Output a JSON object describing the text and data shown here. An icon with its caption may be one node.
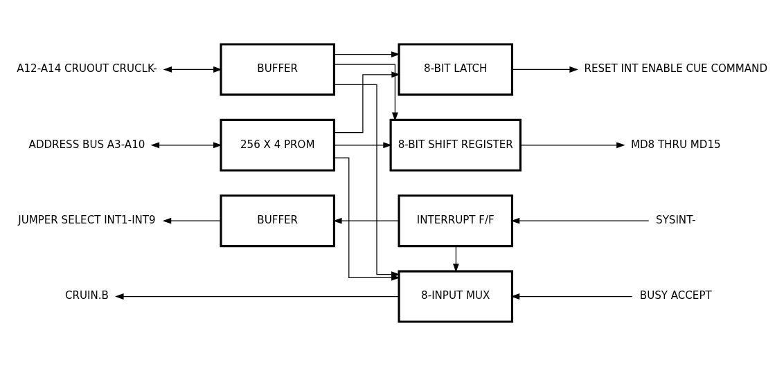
{
  "diagram": {
    "nodes": [
      {
        "text": [
          "A12-A14 CRUOUT CRUCLK-"
        ]
      },
      {
        "text": [
          "BUFFER"
        ]
      },
      {
        "text": [
          "8-BIT LATCH"
        ]
      },
      {
        "text": [
          "RESET INT ENABLE CUE COMMAND"
        ]
      },
      {
        "text": [
          "ADDRESS BUS A3-A10"
        ]
      },
      {
        "text": [
          "256 X 4 PROM"
        ]
      },
      {
        "text": [
          "8-BIT SHIFT REGISTER"
        ]
      },
      {
        "text": [
          "MD8 THRU MD15"
        ]
      },
      {
        "text": [
          "CRUIN.B"
        ]
      },
      {
        "text": [
          "8-INPUT MUX"
        ]
      },
      {
        "text": [
          "BUSY ACCEPT"
        ]
      },
      {
        "text": [
          "JUMPER SELECT INT1-INT9"
        ]
      },
      {
        "text": [
          "BUFFER"
        ]
      },
      {
        "text": [
          "INTERRUPT F/F"
        ]
      },
      {
        "text": [
          "SYSINT-"
        ]
      }
    ],
    "edges": [
      {
        "from": 0,
        "to": 1,
        "arrow": "both"
      },
      {
        "from": 1,
        "to": 2,
        "arrow": "to"
      },
      {
        "from": 1,
        "to": 6,
        "arrow": "to"
      },
      {
        "from": 1,
        "to": 9,
        "arrow": "to"
      },
      {
        "from": 4,
        "to": 5,
        "arrow": "both"
      },
      {
        "from": 5,
        "to": 2,
        "arrow": "to"
      },
      {
        "from": 5,
        "to": 6,
        "arrow": "to"
      },
      {
        "from": 5,
        "to": 9,
        "arrow": "to"
      },
      {
        "from": 2,
        "to": 3,
        "arrow": "to"
      },
      {
        "from": 6,
        "to": 7,
        "arrow": "to"
      },
      {
        "from": 10,
        "to": 9,
        "arrow": "to"
      },
      {
        "from": 9,
        "to": 8,
        "arrow": "to"
      },
      {
        "from": 13,
        "to": 12,
        "arrow": "to"
      },
      {
        "from": 13,
        "to": 9,
        "arrow": "to"
      },
      {
        "from": 14,
        "to": 13,
        "arrow": "to"
      },
      {
        "from": 12,
        "to": 11,
        "arrow": "to"
      }
    ]
  }
}
